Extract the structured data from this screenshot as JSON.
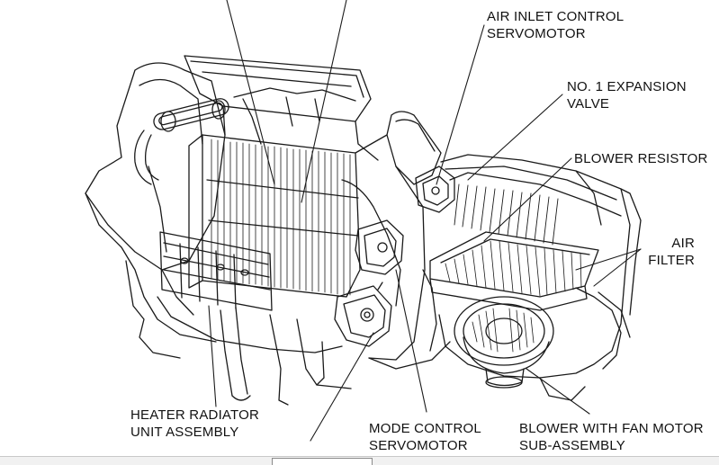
{
  "labels": {
    "air_inlet_control_servomotor": [
      "AIR INLET CONTROL",
      "SERVOMOTOR"
    ],
    "no1_expansion_valve": [
      "NO. 1 EXPANSION",
      "VALVE"
    ],
    "blower_resistor": [
      "BLOWER RESISTOR"
    ],
    "air_filter": [
      "AIR",
      "FILTER"
    ],
    "heater_radiator_unit_assembly": [
      "HEATER RADIATOR",
      "UNIT ASSEMBLY"
    ],
    "mode_control_servomotor": [
      "MODE CONTROL",
      "SERVOMOTOR"
    ],
    "blower_with_fan_motor": [
      "BLOWER WITH FAN MOTOR",
      "SUB-ASSEMBLY"
    ]
  },
  "colors": {
    "line": "#1a1a1a",
    "text": "#111111",
    "background": "#ffffff"
  }
}
